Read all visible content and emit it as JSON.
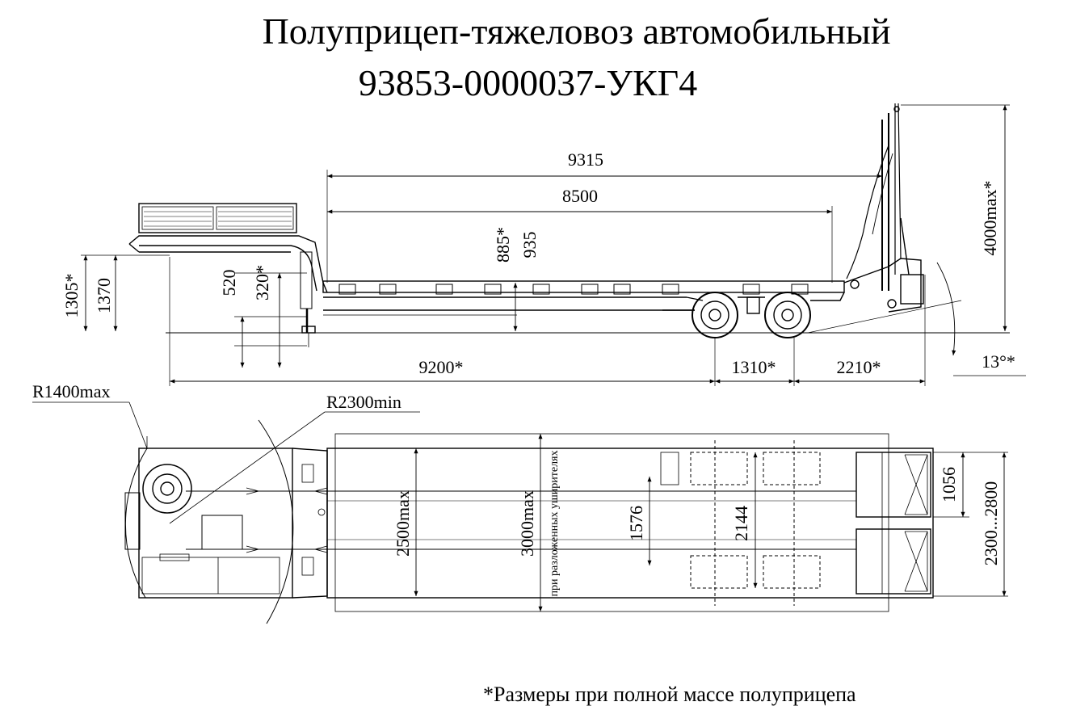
{
  "title_line1": "Полуприцеп-тяжеловоз автомобильный",
  "title_line2": "93853-0000037-УКГ4",
  "side_view": {
    "dim_9315": "9315",
    "dim_8500": "8500",
    "dim_885": "885*",
    "dim_935": "935",
    "dim_4000": "4000max*",
    "dim_1305": "1305*",
    "dim_1370": "1370",
    "dim_520": "520",
    "dim_320": "320*",
    "dim_9200": "9200*",
    "dim_1310": "1310*",
    "dim_2210": "2210*",
    "angle_13": "13°*"
  },
  "top_view": {
    "r1400": "R1400max",
    "r2300": "R2300min",
    "dim_2500": "2500max",
    "dim_3000": "3000max",
    "extended_note": "при разложенных уширителях",
    "dim_1576": "1576",
    "dim_2144": "2144",
    "dim_1056": "1056",
    "dim_2300_2800": "2300...2800"
  },
  "footnote": "*Размеры при полной массе полуприцепа"
}
